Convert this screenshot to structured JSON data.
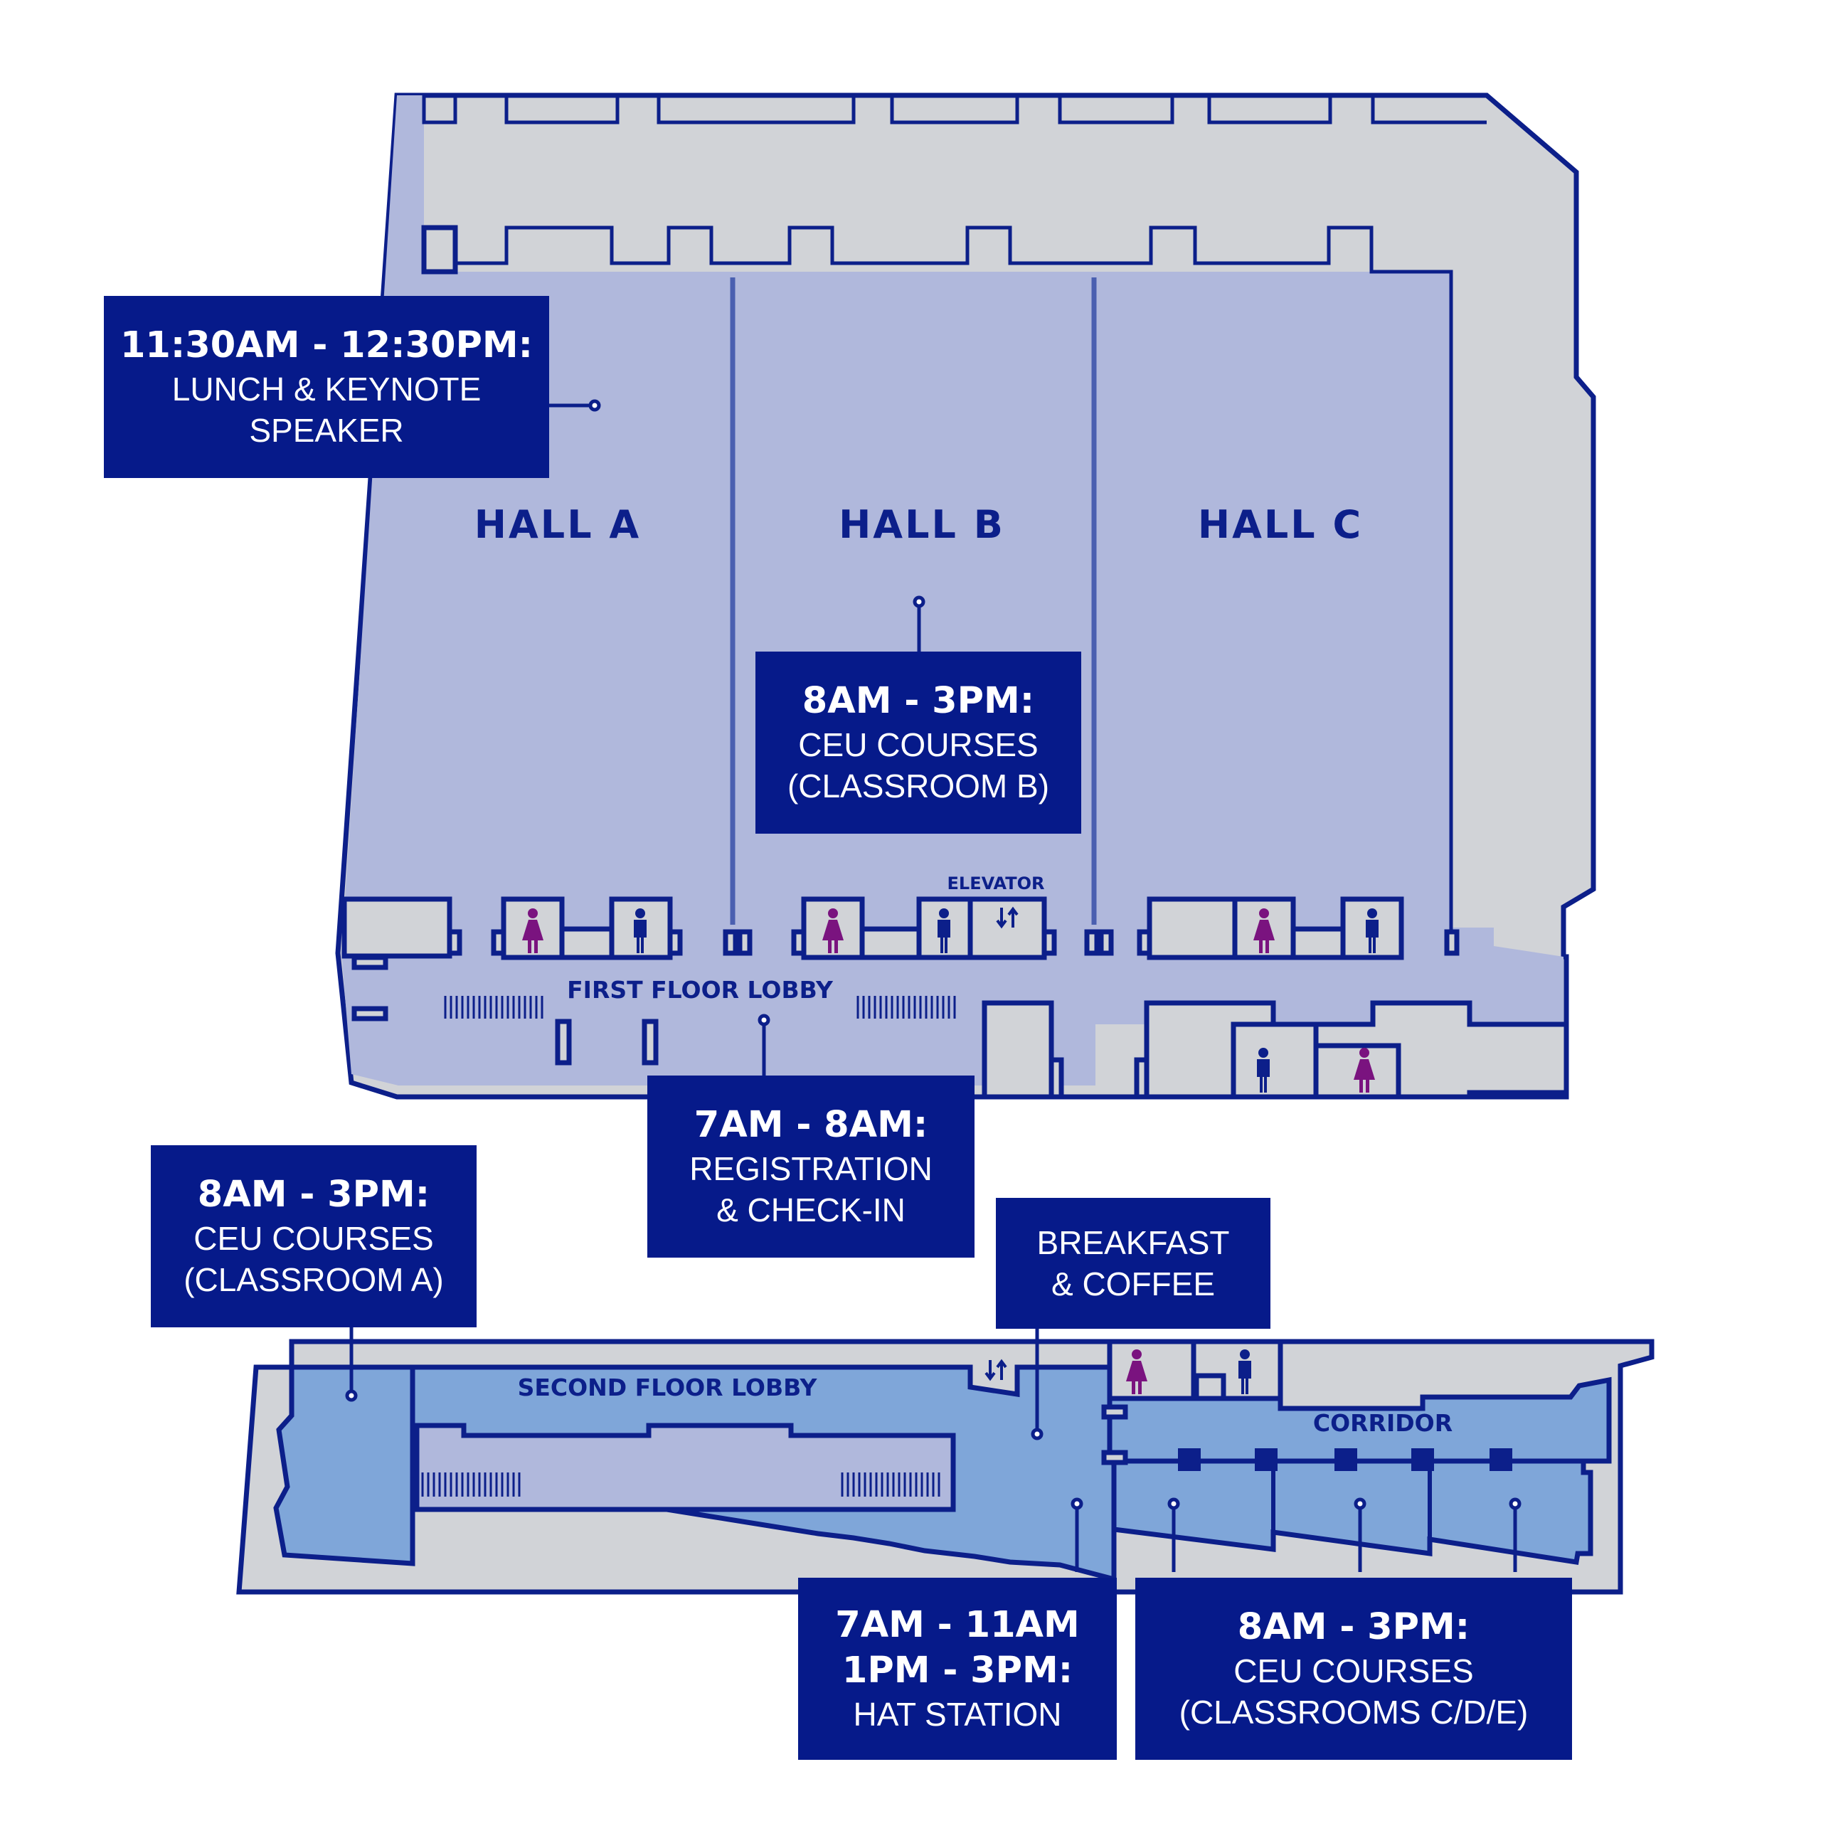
{
  "colors": {
    "navy": "#061a8a",
    "first_floor": "#b0b8dc",
    "second_floor": "#7fa6d9",
    "service_gray": "#d1d3d7",
    "women_icon": "#7a137f",
    "men_icon": "#0c1f8a"
  },
  "first_floor": {
    "halls": [
      "HALL A",
      "HALL B",
      "HALL C"
    ],
    "lobby_label": "FIRST FLOOR LOBBY",
    "elevator_label": "ELEVATOR"
  },
  "second_floor": {
    "lobby_label": "SECOND FLOOR LOBBY",
    "corridor_label": "CORRIDOR"
  },
  "icons": {
    "women": "women-restroom-icon",
    "men": "men-restroom-icon",
    "elevator": "elevator-arrows-icon",
    "stairs": "stairs-icon"
  },
  "callouts": {
    "lunch": {
      "time": "11:30AM - 12:30PM:",
      "line1": "LUNCH & KEYNOTE",
      "line2": "SPEAKER"
    },
    "classroom_b": {
      "time": "8AM - 3PM:",
      "line1": "CEU COURSES",
      "line2": "(CLASSROOM B)"
    },
    "registration": {
      "time": "7AM - 8AM:",
      "line1": "REGISTRATION",
      "line2": "& CHECK-IN"
    },
    "classroom_a": {
      "time": "8AM - 3PM:",
      "line1": "CEU COURSES",
      "line2": "(CLASSROOM A)"
    },
    "breakfast": {
      "line1": "BREAKFAST",
      "line2": "& COFFEE"
    },
    "hat_station": {
      "time1": "7AM - 11AM",
      "time2": "1PM - 3PM:",
      "line1": "HAT STATION"
    },
    "classrooms_cde": {
      "time": "8AM - 3PM:",
      "line1": "CEU COURSES",
      "line2": "(CLASSROOMS C/D/E)"
    }
  }
}
